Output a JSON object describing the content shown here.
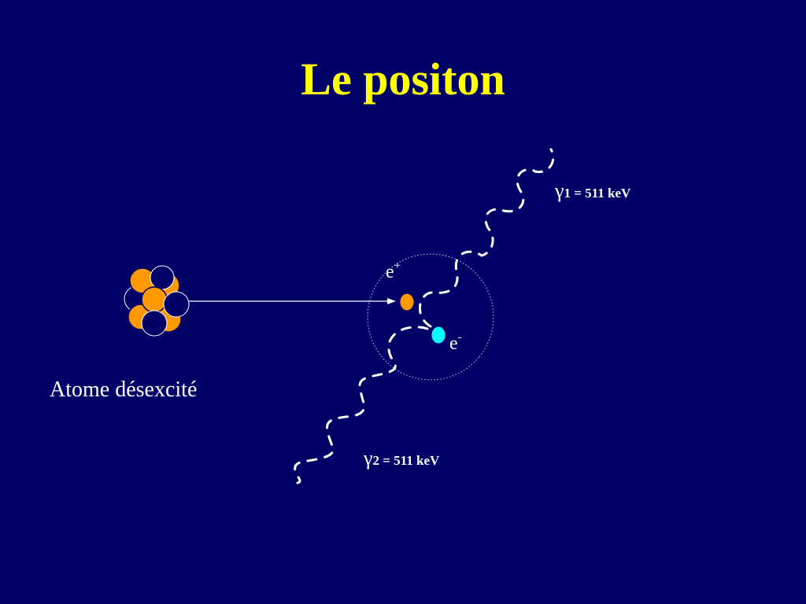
{
  "slide": {
    "title": "Le positon",
    "atom_label": "Atome désexcité",
    "positron": {
      "symbol": "e",
      "charge": "+"
    },
    "electron": {
      "symbol": "e",
      "charge": "-"
    },
    "gamma1": {
      "symbol": "γ",
      "index": "1",
      "energy": " = 511 keV"
    },
    "gamma2": {
      "symbol": "γ",
      "index": "2",
      "energy": " = 511 keV"
    }
  },
  "colors": {
    "background": "#000066",
    "title": "#ffff00",
    "nucleon_orange": "#ff9900",
    "nucleon_dark": "#000066",
    "electron": "#00ffff",
    "text": "#ffffff"
  }
}
